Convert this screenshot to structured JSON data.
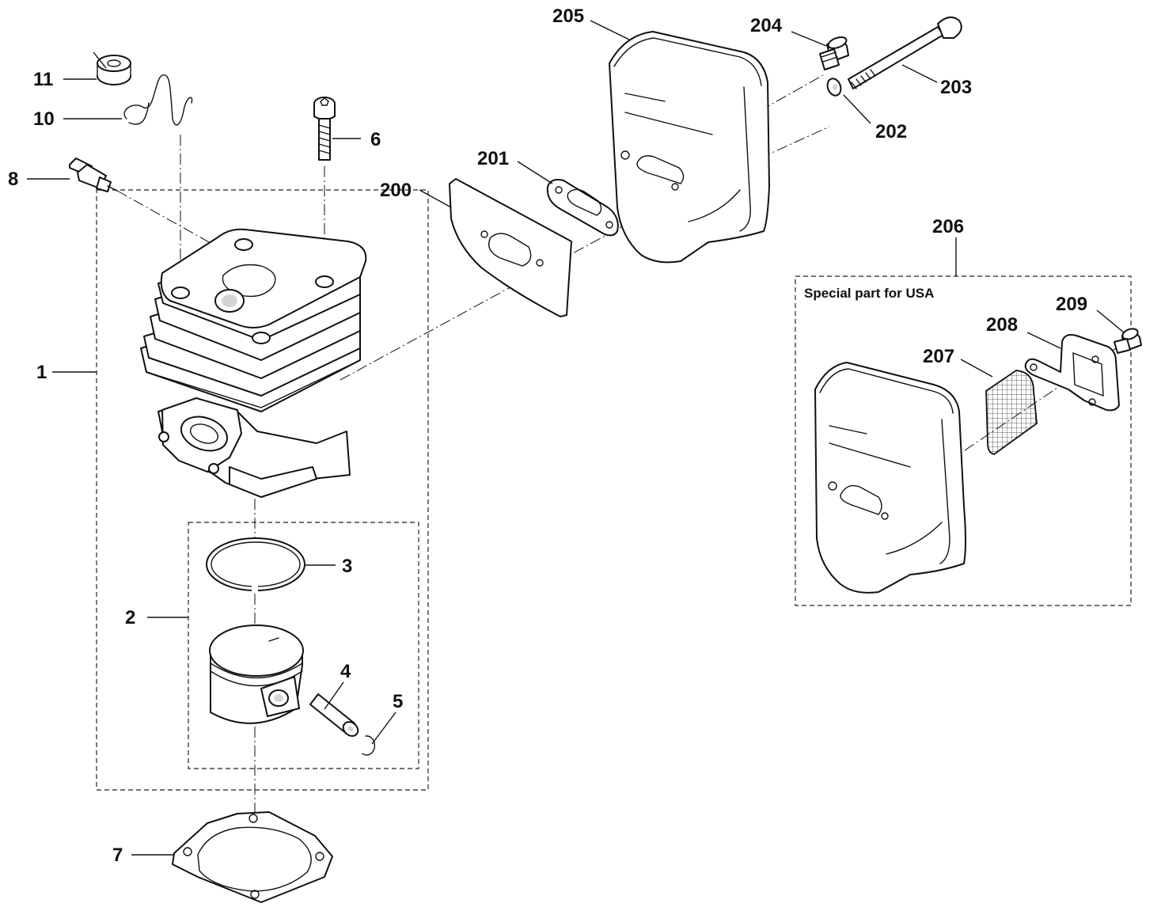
{
  "callouts": {
    "c1": "1",
    "c2": "2",
    "c3": "3",
    "c4": "4",
    "c5": "5",
    "c6": "6",
    "c7": "7",
    "c8": "8",
    "c10": "10",
    "c11": "11",
    "c200": "200",
    "c201": "201",
    "c202": "202",
    "c203": "203",
    "c204": "204",
    "c205": "205",
    "c206": "206",
    "c207": "207",
    "c208": "208",
    "c209": "209"
  },
  "special_box_label": "Special part for USA"
}
